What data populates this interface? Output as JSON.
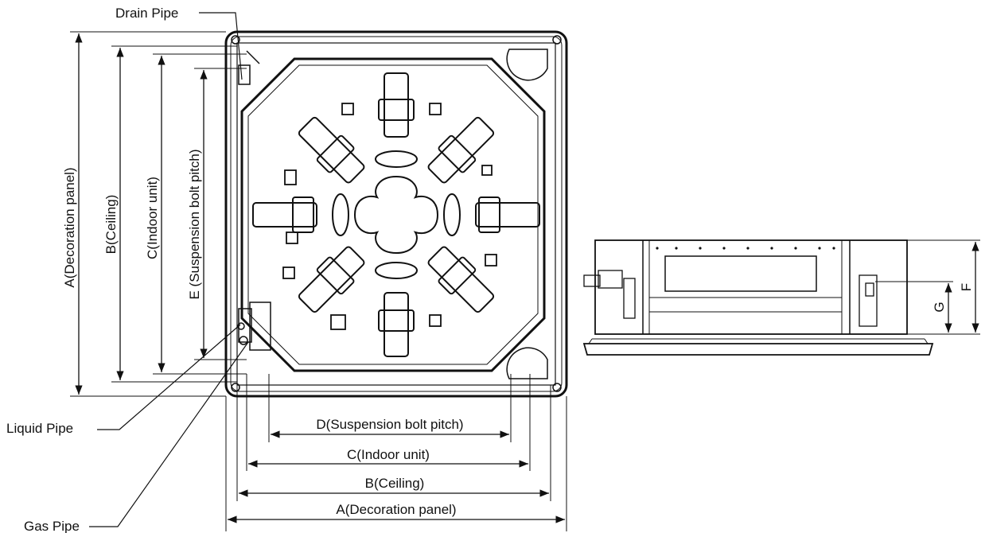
{
  "labels": {
    "drain_pipe": "Drain Pipe",
    "liquid_pipe": "Liquid Pipe",
    "gas_pipe": "Gas Pipe",
    "dim_a_horizontal": "A(Decoration panel)",
    "dim_b_horizontal": "B(Ceiling)",
    "dim_c_horizontal": "C(Indoor unit)",
    "dim_d_horizontal": "D(Suspension bolt pitch)",
    "dim_a_vertical": "A(Decoration panel)",
    "dim_b_vertical": "B(Ceiling)",
    "dim_c_vertical": "C(Indoor unit)",
    "dim_e_vertical": "E  (Suspension bolt pitch)",
    "dim_f": "F",
    "dim_g": "G"
  }
}
